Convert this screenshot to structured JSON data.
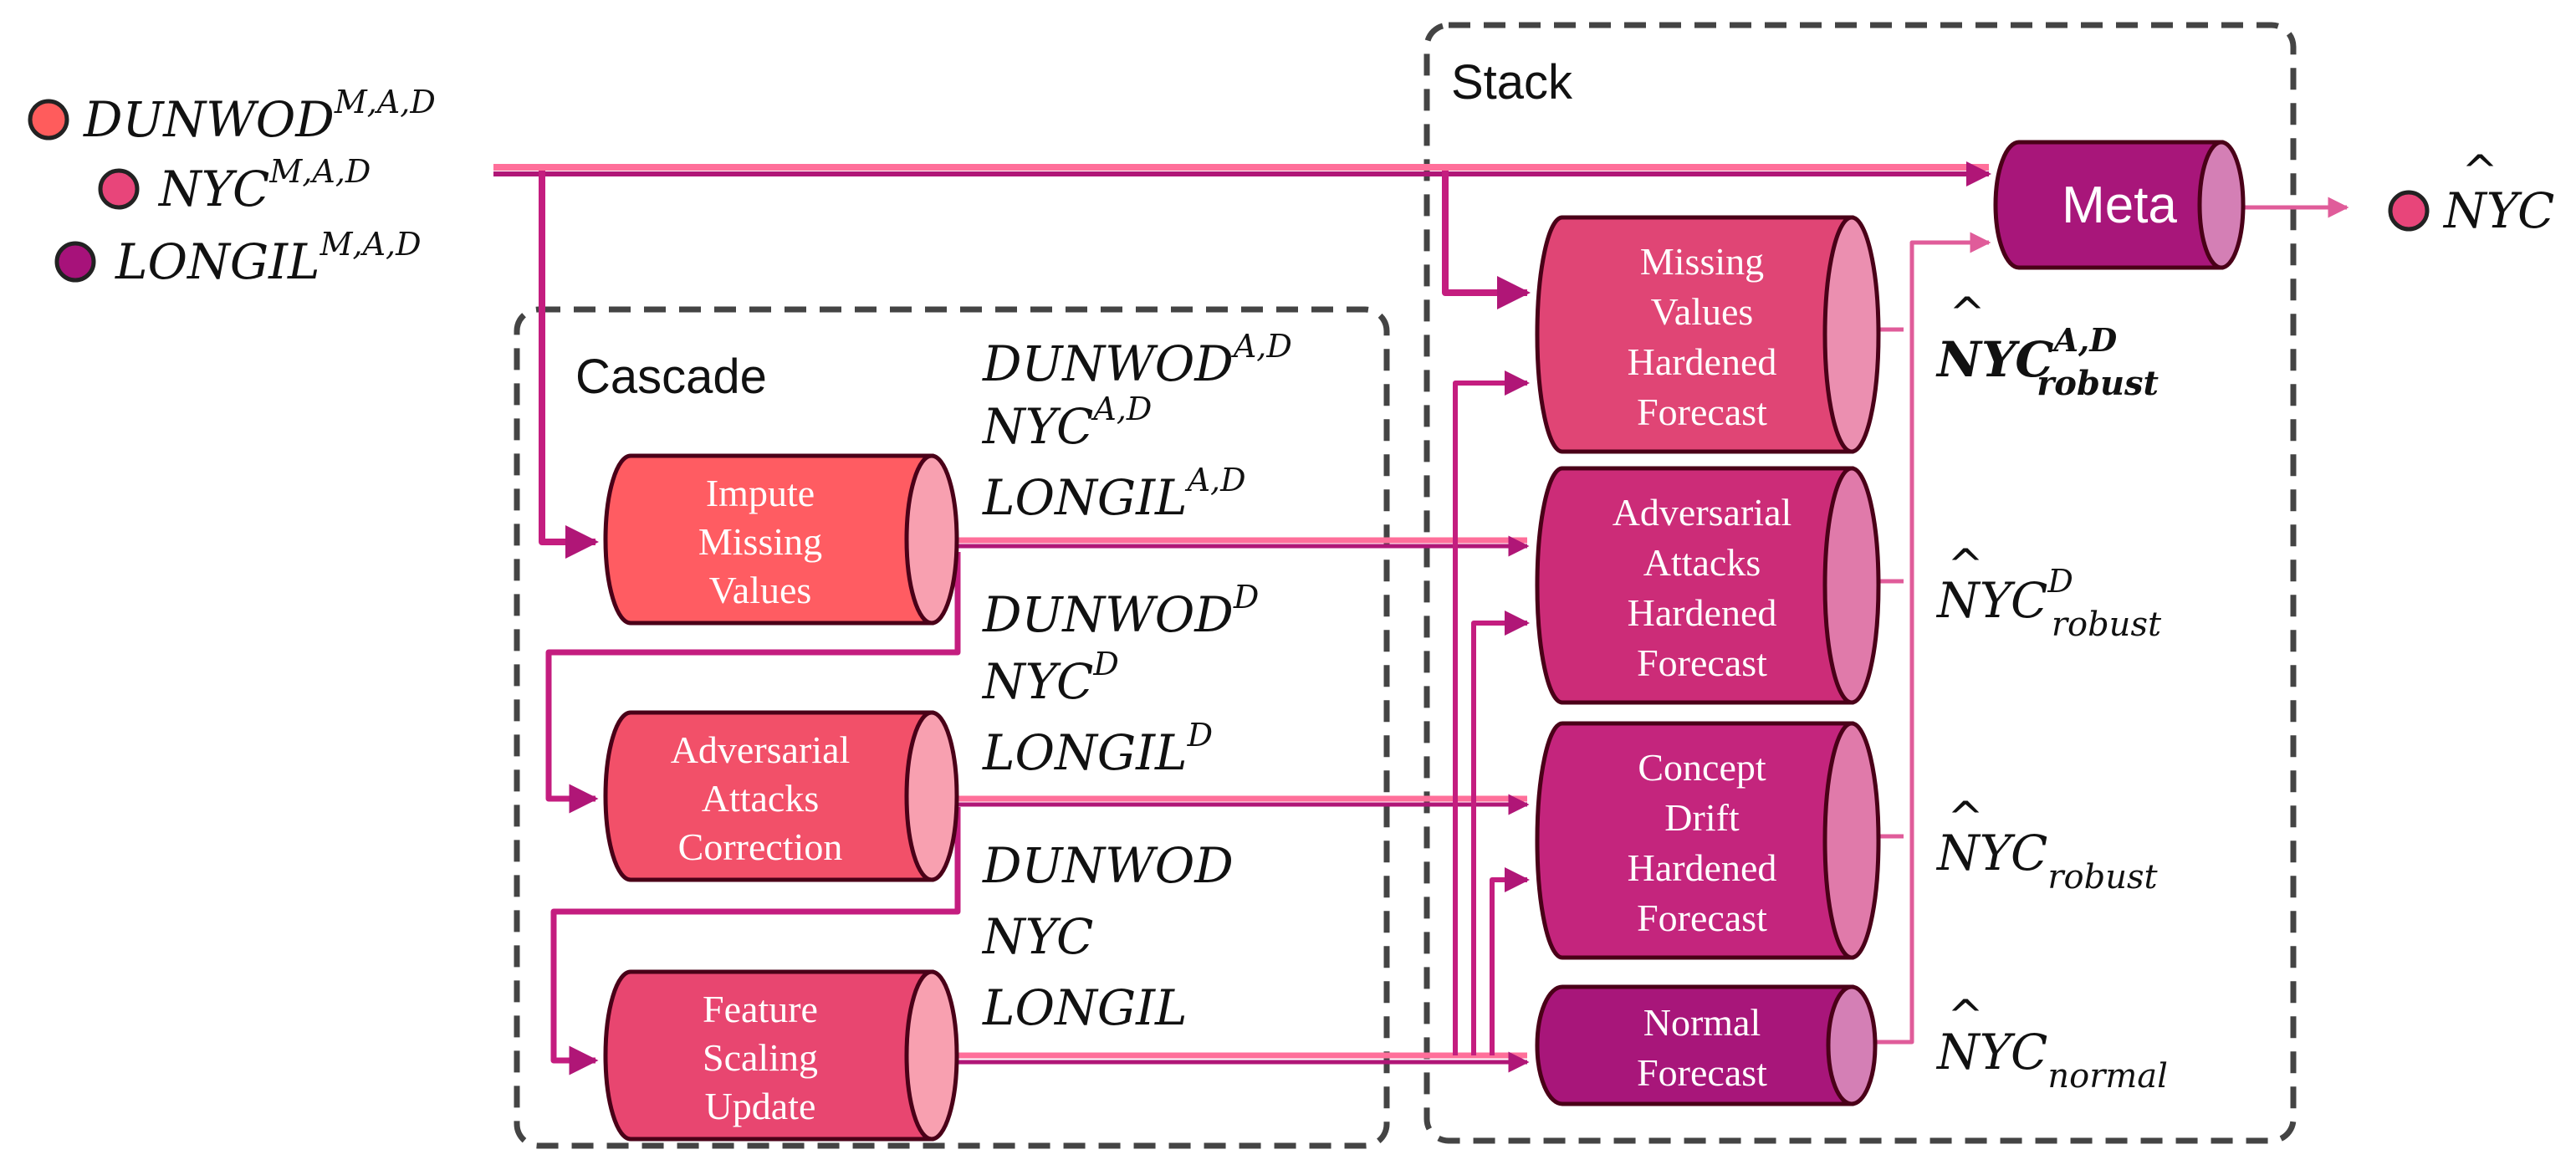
{
  "inputs": [
    {
      "name": "DUNWOD",
      "sup": "M,A,D",
      "color": "#ff5c5c"
    },
    {
      "name": "NYC",
      "sup": "M,A,D",
      "color": "#e8457a"
    },
    {
      "name": "LONGIL",
      "sup": "M,A,D",
      "color": "#a7127a"
    }
  ],
  "groups": {
    "cascade": "Cascade",
    "stack": "Stack"
  },
  "cascade_steps": [
    {
      "lines": [
        "Impute",
        "Missing",
        "Values"
      ],
      "color": "#ff5c62"
    },
    {
      "lines": [
        "Adversarial",
        "Attacks",
        "Correction"
      ],
      "color": "#f25069"
    },
    {
      "lines": [
        "Feature",
        "Scaling",
        "Update"
      ],
      "color": "#e84670"
    }
  ],
  "cascade_outputs": [
    {
      "lines": [
        {
          "name": "DUNWOD",
          "sup": "A,D"
        },
        {
          "name": "NYC",
          "sup": "A,D"
        },
        {
          "name": "LONGIL",
          "sup": "A,D"
        }
      ]
    },
    {
      "lines": [
        {
          "name": "DUNWOD",
          "sup": "D"
        },
        {
          "name": "NYC",
          "sup": "D"
        },
        {
          "name": "LONGIL",
          "sup": "D"
        }
      ]
    },
    {
      "lines": [
        {
          "name": "DUNWOD",
          "sup": ""
        },
        {
          "name": "NYC",
          "sup": ""
        },
        {
          "name": "LONGIL",
          "sup": ""
        }
      ]
    }
  ],
  "stack_models": [
    {
      "lines": [
        "Missing",
        "Values",
        "Hardened",
        "Forecast"
      ],
      "color": "#e04575"
    },
    {
      "lines": [
        "Adversarial",
        "Attacks",
        "Hardened",
        "Forecast"
      ],
      "color": "#cc2c78"
    },
    {
      "lines": [
        "Concept",
        "Drift",
        "Hardened",
        "Forecast"
      ],
      "color": "#c4257d"
    },
    {
      "lines": [
        "Normal",
        "Forecast"
      ],
      "color": "#a8167a"
    }
  ],
  "stack_outputs": [
    {
      "name": "NYC",
      "sup": "A,D",
      "sub": "robust",
      "bold": true
    },
    {
      "name": "NYC",
      "sup": "D",
      "sub": "robust",
      "bold": false
    },
    {
      "name": "NYC",
      "sup": "",
      "sub": "robust",
      "bold": false
    },
    {
      "name": "NYC",
      "sup": "",
      "sub": "normal",
      "bold": false
    }
  ],
  "meta": {
    "label": "Meta",
    "color": "#a8167a"
  },
  "final_output": {
    "name": "NYC",
    "color": "#e8457a"
  },
  "colors": {
    "arrow": "#c41d7f",
    "arrow_light": "#ff6f9a",
    "stack_line": "#e05c9a",
    "dash_border": "#444444"
  }
}
